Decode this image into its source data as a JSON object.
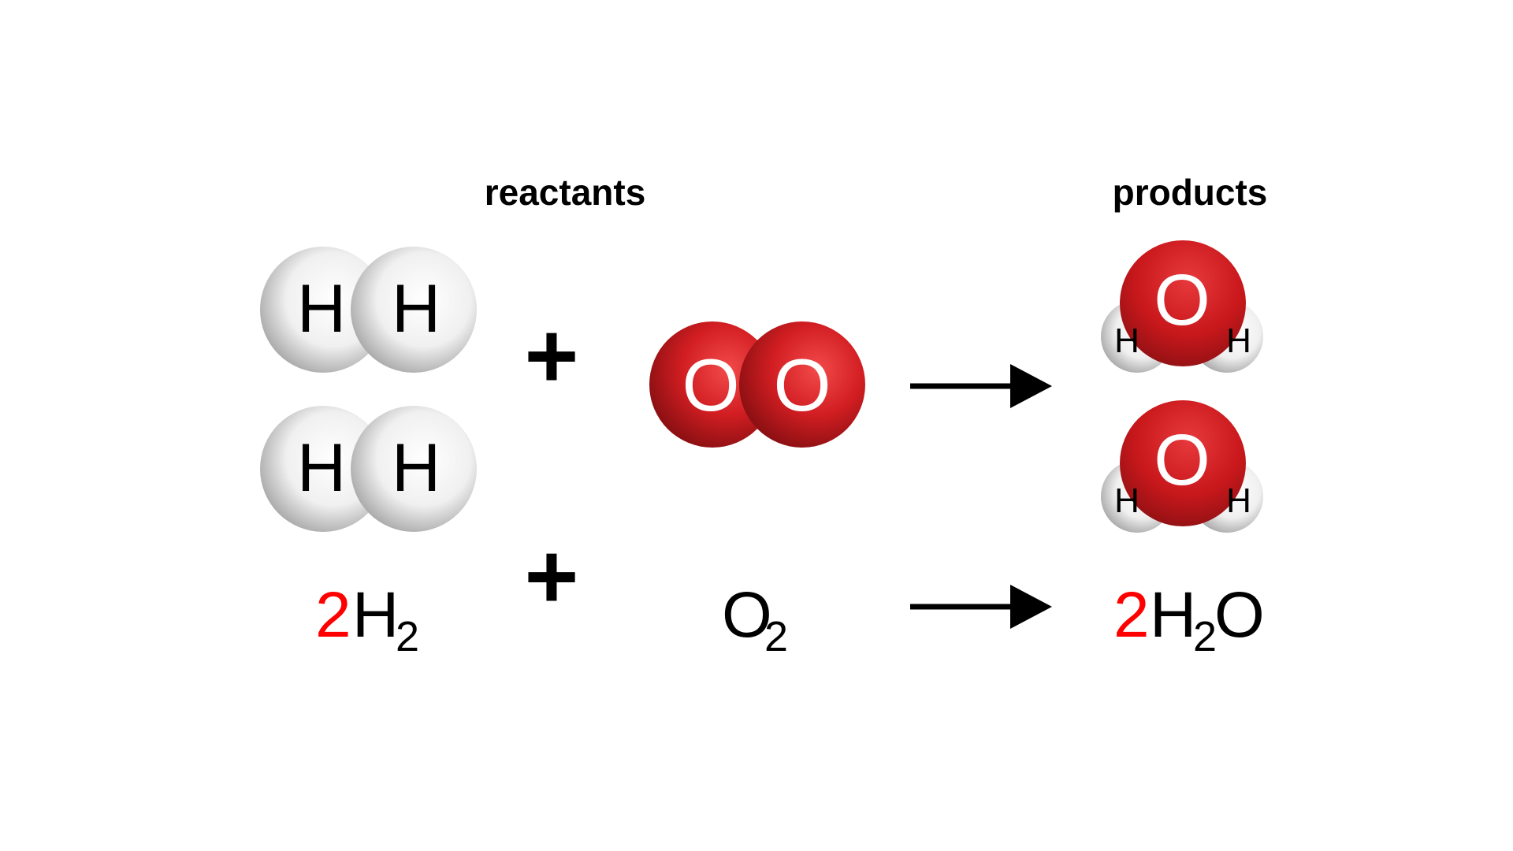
{
  "headings": {
    "reactants": "reactants",
    "products": "products"
  },
  "operators": {
    "plus": "+"
  },
  "atoms": {
    "hydrogen": "H",
    "oxygen": "O"
  },
  "equation": {
    "h2": {
      "coef": "2",
      "symbol": "H",
      "sub": "2"
    },
    "o2": {
      "symbol": "O",
      "sub": "2"
    },
    "h2o": {
      "coef": "2",
      "symbol1": "H",
      "sub": "2",
      "symbol2": "O"
    }
  },
  "colors": {
    "coefficient": "#ff0000",
    "oxygen": "#c8171b",
    "hydrogen": "#ececec",
    "text": "#000000"
  }
}
